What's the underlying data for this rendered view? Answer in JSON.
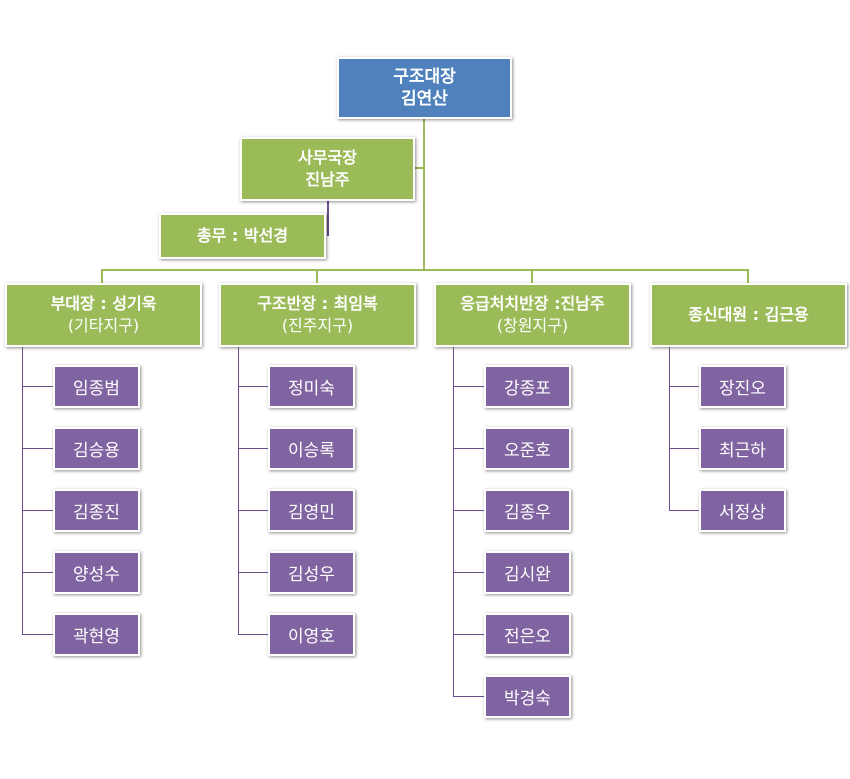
{
  "top": {
    "title": "구조대장",
    "name": "김연산"
  },
  "secretary": {
    "title": "사무국장",
    "name": "진남주"
  },
  "general": {
    "label": "총무 : 박선경"
  },
  "groups": [
    {
      "head": "부대장 : 성기욱",
      "region": "(기타지구)",
      "members": [
        "임종범",
        "김승용",
        "김종진",
        "양성수",
        "곽현영"
      ]
    },
    {
      "head": "구조반장 : 최임복",
      "region": "(진주지구)",
      "members": [
        "정미숙",
        "이승록",
        "김영민",
        "김성우",
        "이영호"
      ]
    },
    {
      "head": "응급처치반장 :진남주",
      "region": "(창원지구)",
      "members": [
        "강종포",
        "오준호",
        "김종우",
        "김시완",
        "전은오",
        "박경숙"
      ]
    },
    {
      "head": "종신대원 : 김근용",
      "region": "",
      "members": [
        "장진오",
        "최근하",
        "서정상"
      ]
    }
  ],
  "colors": {
    "top": "#4f81bd",
    "mid": "#9bbb59",
    "member": "#8064a2"
  }
}
